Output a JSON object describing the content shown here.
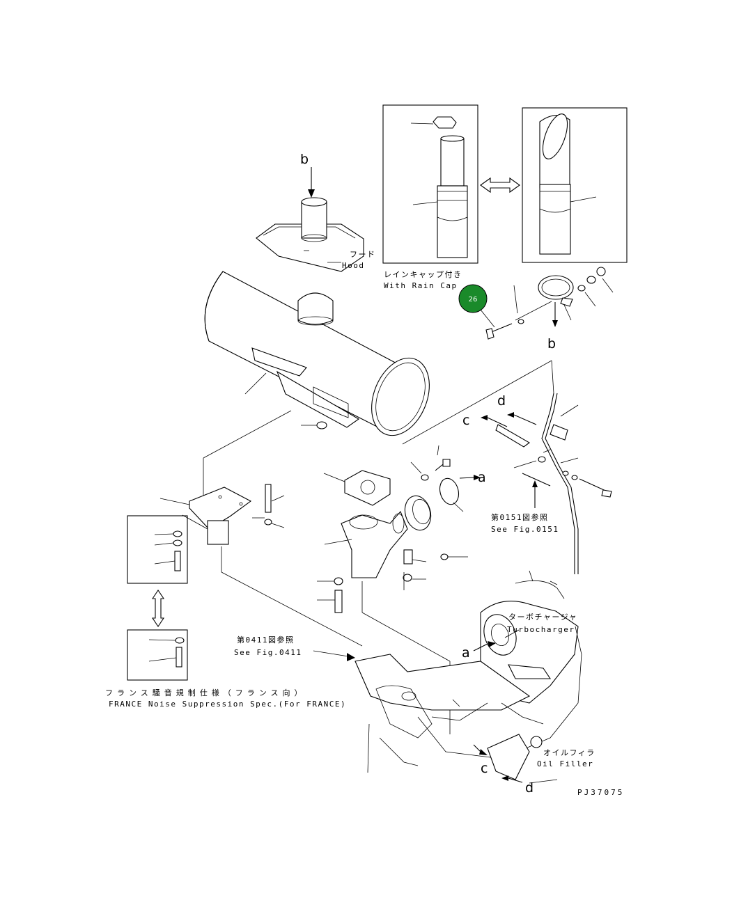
{
  "labels": {
    "hood_jp": "フード",
    "hood_en": "Hood",
    "rain_cap_jp": "レインキャップ付き",
    "rain_cap_en": "With Rain Cap",
    "see_0151_jp": "第0151図参照",
    "see_0151_en": "See Fig.0151",
    "see_0411_jp": "第0411図参照",
    "see_0411_en": "See Fig.0411",
    "turbo_jp": "ターボチャージャ",
    "turbo_en": "Turbocharger",
    "oil_jp": "オイルフィラ",
    "oil_en": "Oil Filler",
    "france_jp": "フランス騒音規制仕様（フランス向）",
    "france_en": "FRANCE Noise Suppression Spec.(For FRANCE)",
    "drawing_no": "PJ37075"
  },
  "letters": {
    "b_top": "b",
    "b_mid": "b",
    "d_mid": "d",
    "c_mid": "c",
    "a_mid": "a",
    "a_low": "a",
    "c_low": "c",
    "d_low": "d"
  },
  "callout": {
    "number": "26",
    "color": "#1a8a2a"
  }
}
